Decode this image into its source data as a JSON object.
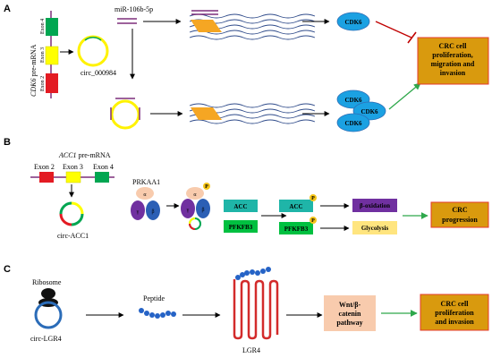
{
  "colors": {
    "accent_orange_box": "#D99A0E",
    "box_border_red": "#E43A2B",
    "cdk6_blue": "#1BA1E2",
    "mirna_purple": "#7D2F7B",
    "circ_yellow": "#FFF200",
    "arrow_green": "#2EA84B",
    "inhibit_red": "#C00000",
    "exon_green": "#00A651",
    "exon_red": "#E31B23",
    "exon_yellow": "#FFFF00",
    "boxox_purple": "#7030A0",
    "glycolysis_yellow": "#FFE57F",
    "wnt_peach": "#F8CBAD",
    "acc_teal": "#1FB5A8",
    "pfk_green": "#00C040",
    "lgr4_red": "#D32B2B",
    "peptide_blue": "#2563C6"
  },
  "panelA": {
    "letter": "A",
    "gene_label": "CDK6",
    "gene_suffix": " pre-mRNA",
    "exon4": "Exon 4",
    "exon3": "Exon 3",
    "exon2": "Exon 2",
    "circ_label": "circ_000984",
    "mirna_label": "miR-106b-5p",
    "cdk6_single": "CDK6",
    "cdk6_group": [
      "CDK6",
      "CDK6",
      "CDK6"
    ],
    "outcome_lines": [
      "CRC cell",
      "proliferation,",
      "migration and",
      "invasion"
    ]
  },
  "panelB": {
    "letter": "B",
    "gene_label": "ACC1",
    "gene_suffix": " pre-mRNA",
    "exon2": "Exon 2",
    "exon3": "Exon 3",
    "exon4": "Exon 4",
    "circ_label": "circ-ACC1",
    "kinase_label": "PRKAA1",
    "alpha": "α",
    "beta": "β",
    "gamma": "γ",
    "phospho": "P",
    "acc": "ACC",
    "pfkfb3": "PFKFB3",
    "beta_ox": "β-oxidation",
    "glycolysis": "Glycolysis",
    "outcome_lines": [
      "CRC",
      "progression"
    ]
  },
  "panelC": {
    "letter": "C",
    "ribosome": "Ribosome",
    "circ_label": "circ-LGR4",
    "peptide": "Peptide",
    "lgr4": "LGR4",
    "wnt_lines": [
      "Wnt/β-",
      "catenin",
      "pathway"
    ],
    "outcome_lines": [
      "CRC cell",
      "proliferation",
      "and invasion"
    ]
  }
}
